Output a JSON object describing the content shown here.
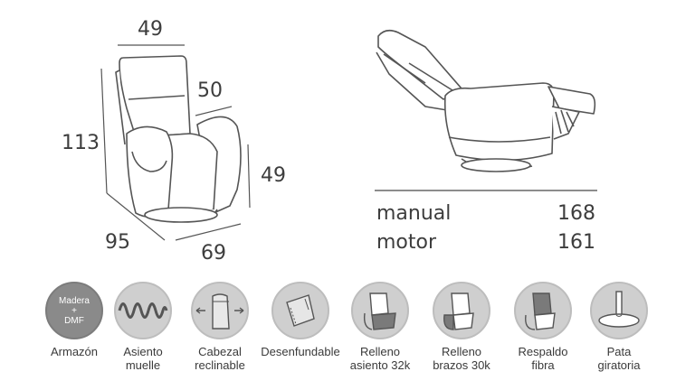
{
  "dimensions": {
    "width_top": "49",
    "depth": "50",
    "height_total": "113",
    "seat_height": "49",
    "base_depth": "95",
    "base_width": "69"
  },
  "recline_lengths": [
    {
      "label": "manual",
      "value": "168"
    },
    {
      "label": "motor",
      "value": "161"
    }
  ],
  "features": [
    {
      "label_line1": "Armazón",
      "label_line2": "",
      "icon": "frame-material-icon",
      "badge_line1": "Madera",
      "badge_line2": "+",
      "badge_line3": "DMF"
    },
    {
      "label_line1": "Asiento",
      "label_line2": "muelle",
      "icon": "spring-seat-icon"
    },
    {
      "label_line1": "Cabezal",
      "label_line2": "reclinable",
      "icon": "reclining-headrest-icon"
    },
    {
      "label_line1": "Desenfundable",
      "label_line2": "",
      "icon": "removable-cover-icon"
    },
    {
      "label_line1": "Relleno",
      "label_line2": "asiento 32k",
      "icon": "seat-filling-icon"
    },
    {
      "label_line1": "Relleno",
      "label_line2": "brazos 30k",
      "icon": "arm-filling-icon"
    },
    {
      "label_line1": "Respaldo",
      "label_line2": "fibra",
      "icon": "fiber-backrest-icon"
    },
    {
      "label_line1": "Pata",
      "label_line2": "giratoria",
      "icon": "swivel-base-icon"
    }
  ],
  "colors": {
    "line": "#555555",
    "icon_bg": "#cfcfcf",
    "icon_bg_dark": "#8a8a8a",
    "highlight": "#7a7a7a"
  }
}
